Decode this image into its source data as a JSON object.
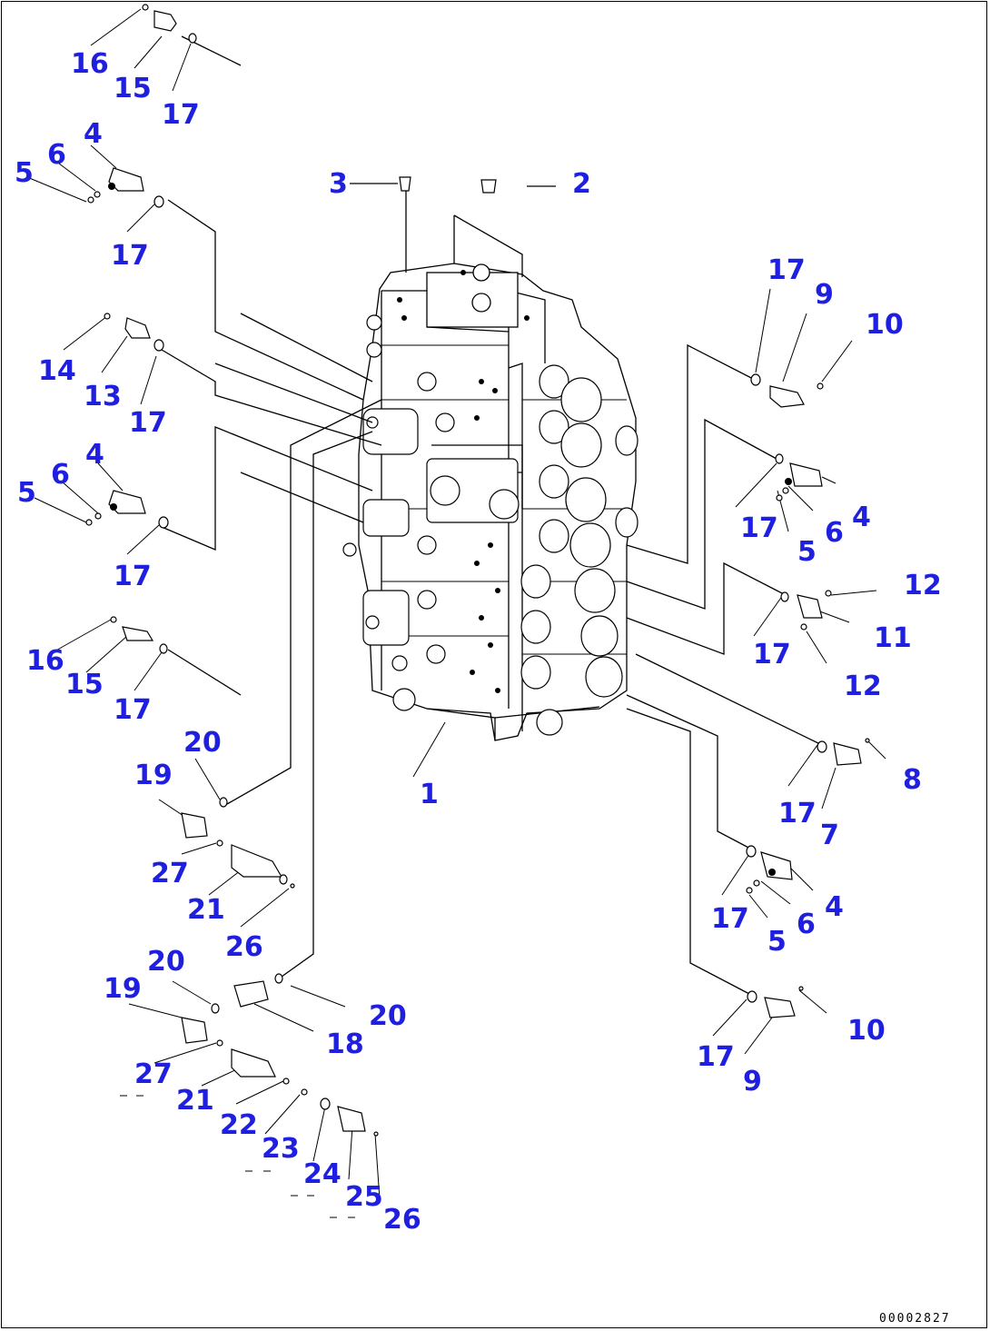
{
  "diagram": {
    "document_code": "00002827",
    "part_labels": [
      "16",
      "15",
      "17",
      "4",
      "6",
      "5",
      "17",
      "14",
      "13",
      "17",
      "5",
      "6",
      "4",
      "17",
      "16",
      "15",
      "17",
      "20",
      "19",
      "27",
      "21",
      "26",
      "19",
      "20",
      "18",
      "20",
      "27",
      "21",
      "22",
      "23",
      "24",
      "25",
      "26",
      "3",
      "2",
      "1",
      "17",
      "9",
      "10",
      "17",
      "4",
      "6",
      "5",
      "12",
      "17",
      "11",
      "12",
      "17",
      "7",
      "8",
      "17",
      "4",
      "6",
      "5",
      "17",
      "9",
      "10"
    ]
  },
  "colors": {
    "label": "#1f1fe0",
    "line": "#000000",
    "background": "#ffffff"
  }
}
